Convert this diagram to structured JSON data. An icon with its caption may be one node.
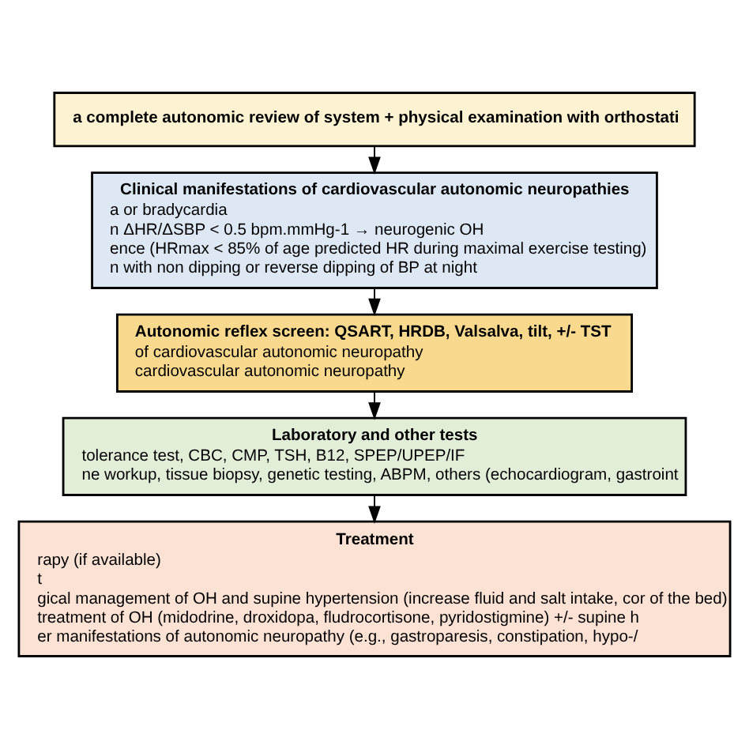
{
  "diagram": {
    "nodes": [
      {
        "text": [
          "a complete autonomic review of system + physical examination with orthostati"
        ]
      },
      {
        "text": [
          "Clinical manifestations of cardiovascular autonomic neuropathies",
          "a or bradycardia",
          "n ΔHR/ΔSBP < 0.5 bpm.mmHg-1 → neurogenic OH",
          "ence (HRmax < 85% of age predicted HR during maximal exercise testing)",
          "n with non dipping or reverse dipping of BP at night"
        ]
      },
      {
        "text": [
          "Autonomic reflex screen: QSART, HRDB, Valsalva, tilt, +/- TST",
          "of cardiovascular autonomic neuropathy",
          "cardiovascular autonomic neuropathy"
        ]
      },
      {
        "text": [
          "Laboratory and other tests",
          "tolerance test, CBC, CMP, TSH, B12, SPEP/UPEP/IF",
          "ne workup, tissue biopsy, genetic testing, ABPM, others (echocardiogram, gastroint"
        ]
      },
      {
        "text": [
          "Treatment",
          "rapy (if available)",
          "t",
          "gical management of OH and supine hypertension (increase fluid and salt intake, cor of the bed)",
          "treatment of OH (midodrine, droxidopa, fludrocortisone, pyridostigmine) +/- supine h",
          "er manifestations of autonomic neuropathy (e.g., gastroparesis, constipation, hypo-/"
        ]
      }
    ],
    "edges": [
      {
        "from": 0,
        "to": 1,
        "arrow": "to"
      },
      {
        "from": 1,
        "to": 2,
        "arrow": "to"
      },
      {
        "from": 2,
        "to": 3,
        "arrow": "to"
      },
      {
        "from": 3,
        "to": 4,
        "arrow": "to"
      }
    ]
  }
}
